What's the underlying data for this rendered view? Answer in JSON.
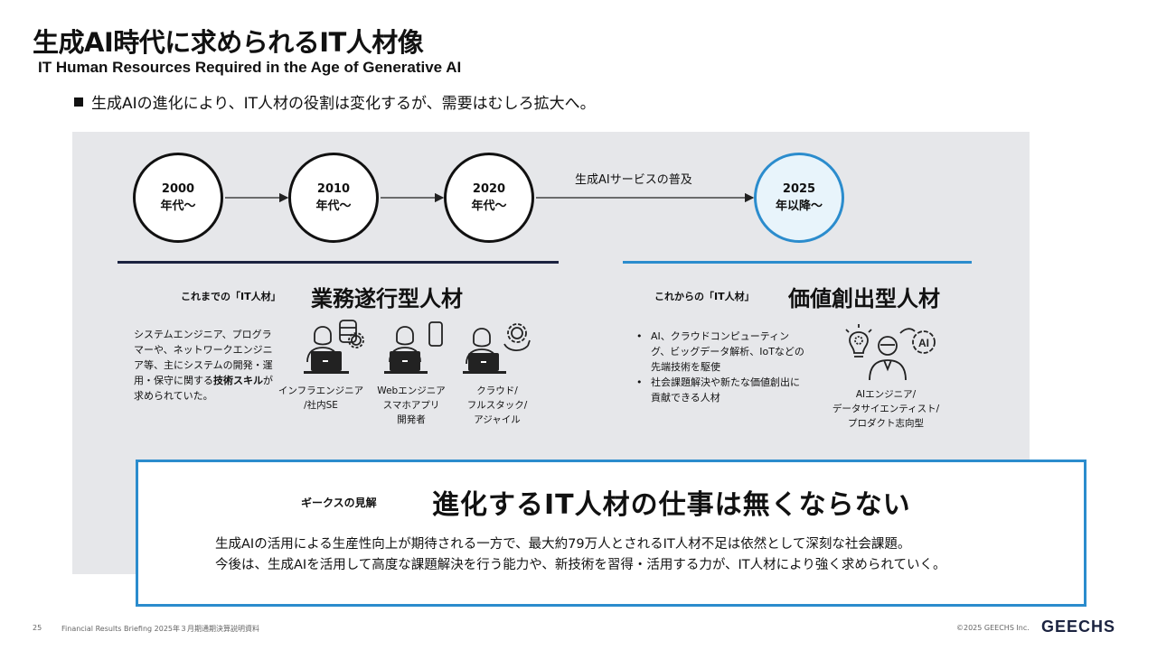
{
  "header": {
    "title": "生成AI時代に求められるIT人材像",
    "subtitle": "IT Human Resources Required in the Age of Generative AI",
    "bullet": "生成AIの進化により、IT人材の役割は変化するが、需要はむしろ拡大へ。"
  },
  "timeline": {
    "eras": [
      {
        "year": "2000",
        "suffix": "年代〜"
      },
      {
        "year": "2010",
        "suffix": "年代〜"
      },
      {
        "year": "2020",
        "suffix": "年代〜"
      },
      {
        "year": "2025",
        "suffix": "年以降〜"
      }
    ],
    "arrow_label": "生成AIサービスの普及"
  },
  "past": {
    "small": "これまでの「IT人材」",
    "big": "業務遂行型人材",
    "desc_pre": "システムエンジニア、プログラマーや、ネットワークエンジニア等、主にシステムの開発・運用・保守に関する",
    "desc_bold": "技術スキル",
    "desc_post": "が求められていた。",
    "roles": [
      {
        "line1": "インフラエンジニア",
        "line2": "/社内SE",
        "line3": ""
      },
      {
        "line1": "Webエンジニア",
        "line2": "スマホアプリ",
        "line3": "開発者"
      },
      {
        "line1": "クラウド/",
        "line2": "フルスタック/",
        "line3": "アジャイル"
      }
    ]
  },
  "future": {
    "small": "これからの「IT人材」",
    "big": "価値創出型人材",
    "bullets": [
      "AI、クラウドコンピューティング、ビッグデータ解析、IoTなどの先端技術を駆使",
      "社会課題解決や新たな価値創出に貢献できる人材"
    ],
    "role": {
      "line1": "AIエンジニア/",
      "line2": "データサイエンティスト/",
      "line3": "プロダクト志向型"
    },
    "ai_text": "AI"
  },
  "callout": {
    "small": "ギークスの見解",
    "big": "進化するIT人材の仕事は無くならない",
    "line1": "生成AIの活用による生産性向上が期待される一方で、最大約79万人とされるIT人材不足は依然として深刻な社会課題。",
    "line2": "今後は、生成AIを活用して高度な課題解決を行う能力や、新技術を習得・活用する力が、IT人材により強く求められていく。"
  },
  "footer": {
    "page": "25",
    "doc": "Financial Results Briefing 2025年３月期通期決算説明資料",
    "copyright": "©2025 GEECHS Inc.",
    "logo": "GEECHS"
  },
  "colors": {
    "accent_blue": "#2b8ccd",
    "dark_navy": "#1b2340",
    "panel_gray": "#e6e7ea"
  }
}
